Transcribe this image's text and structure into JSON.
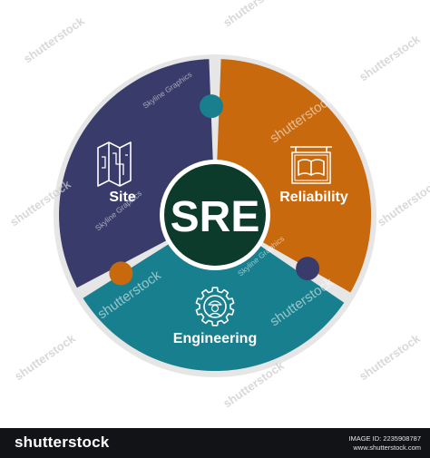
{
  "diagram": {
    "center_label": "SRE",
    "segments": [
      {
        "label": "Site",
        "icon": "map-icon",
        "color": "#c8690e"
      },
      {
        "label": "Reliability",
        "icon": "book-sign-icon",
        "color": "#177f8d"
      },
      {
        "label": "Engineering",
        "icon": "gear-engineer-icon",
        "color": "#393b6b"
      }
    ],
    "center_color": "#0d3b2b"
  },
  "watermarks": {
    "stock_name": "shutterstock",
    "artist": "Skyline Graphics"
  },
  "footer": {
    "logo_text": "shutterstock",
    "image_id": "IMAGE ID: 2235908787",
    "site": "www.shutterstock.com"
  }
}
